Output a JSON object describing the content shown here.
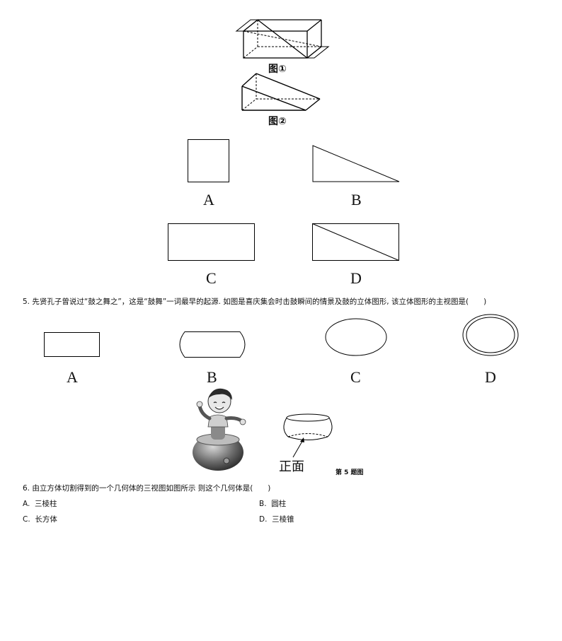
{
  "figures": {
    "fig1_caption": "图①",
    "fig2_caption": "图②"
  },
  "q4_options": [
    {
      "letter": "A",
      "shape": "square"
    },
    {
      "letter": "B",
      "shape": "right-triangle"
    },
    {
      "letter": "C",
      "shape": "rectangle"
    },
    {
      "letter": "D",
      "shape": "rectangle-with-diagonal"
    }
  ],
  "q5": {
    "number": "5.",
    "text": "先贤孔子曾说过“鼓之舞之”，这是“鼓舞”一词最早的起源. 如图是喜庆集会时击鼓瞬间的情景及鼓的立体图形, 该立体图形的主视图是(　　)",
    "options": [
      {
        "letter": "A",
        "shape": "rectangle"
      },
      {
        "letter": "B",
        "shape": "rounded-barrel"
      },
      {
        "letter": "C",
        "shape": "ellipse"
      },
      {
        "letter": "D",
        "shape": "double-ellipse"
      }
    ],
    "front_label": "正面",
    "caption": "第 5 题图"
  },
  "q6": {
    "number": "6.",
    "text": "由立方体切割得到的一个几何体的三视图如图所示 则这个几何体是(　　)",
    "choices": [
      {
        "label": "A.",
        "text": "三棱柱"
      },
      {
        "label": "B.",
        "text": "圆柱"
      },
      {
        "label": "C.",
        "text": "长方体"
      },
      {
        "label": "D.",
        "text": "三棱锥"
      }
    ]
  }
}
